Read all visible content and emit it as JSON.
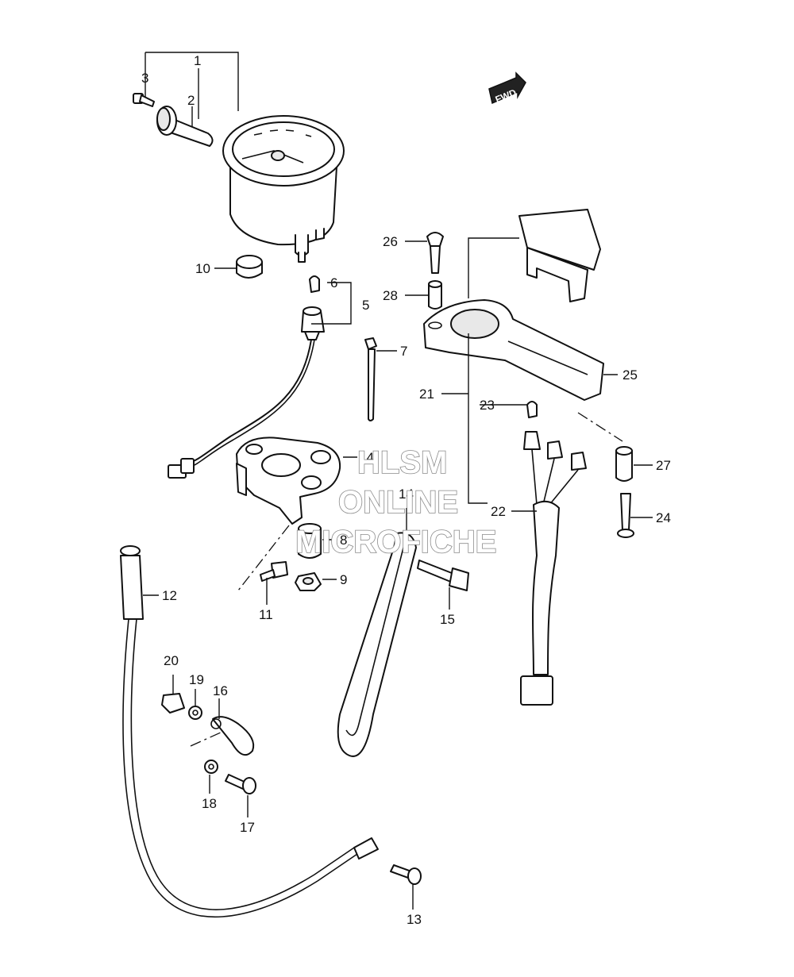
{
  "diagram": {
    "fwd_label": "FWD",
    "watermark": {
      "line1": "HLSM",
      "line2": "ONLINE",
      "line3": "MICROFICHE"
    },
    "callouts": [
      {
        "id": "c1",
        "text": "1"
      },
      {
        "id": "c2",
        "text": "2"
      },
      {
        "id": "c3",
        "text": "3"
      },
      {
        "id": "c5",
        "text": "5"
      },
      {
        "id": "c6",
        "text": "6"
      },
      {
        "id": "c7",
        "text": "7"
      },
      {
        "id": "c8",
        "text": "8"
      },
      {
        "id": "c9",
        "text": "9"
      },
      {
        "id": "c10",
        "text": "10"
      },
      {
        "id": "c11",
        "text": "11"
      },
      {
        "id": "c12",
        "text": "12"
      },
      {
        "id": "c13",
        "text": "13"
      },
      {
        "id": "c14a",
        "text": "14"
      },
      {
        "id": "c14b",
        "text": "14"
      },
      {
        "id": "c15",
        "text": "15"
      },
      {
        "id": "c16",
        "text": "16"
      },
      {
        "id": "c17",
        "text": "17"
      },
      {
        "id": "c18",
        "text": "18"
      },
      {
        "id": "c19",
        "text": "19"
      },
      {
        "id": "c20",
        "text": "20"
      },
      {
        "id": "c21",
        "text": "21"
      },
      {
        "id": "c22",
        "text": "22"
      },
      {
        "id": "c23",
        "text": "23"
      },
      {
        "id": "c24",
        "text": "24"
      },
      {
        "id": "c25",
        "text": "25"
      },
      {
        "id": "c26",
        "text": "26"
      },
      {
        "id": "c27",
        "text": "27"
      },
      {
        "id": "c28",
        "text": "28"
      }
    ]
  }
}
